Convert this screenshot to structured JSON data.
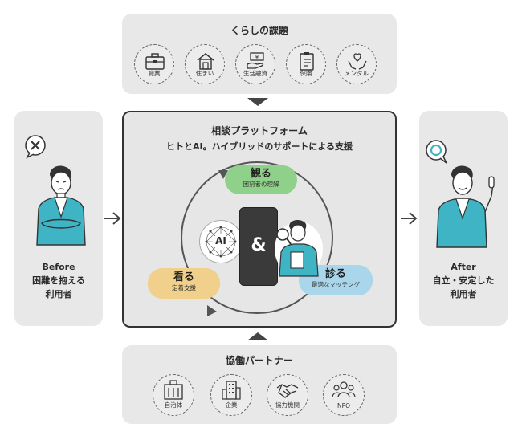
{
  "top_panel": {
    "title": "くらしの課題",
    "items": [
      {
        "label": "職業",
        "icon": "briefcase-icon"
      },
      {
        "label": "住まい",
        "icon": "house-icon"
      },
      {
        "label": "生活融資",
        "icon": "money-hand-icon"
      },
      {
        "label": "保険",
        "icon": "clipboard-icon"
      },
      {
        "label": "メンタル",
        "icon": "heart-hands-icon"
      }
    ]
  },
  "platform": {
    "title": "相談プラットフォーム",
    "subtitle": "ヒトとAI。ハイブリッドのサポートによる支援",
    "ai_label": "AI",
    "and_symbol": "&",
    "steps": [
      {
        "title": "観る",
        "subtitle": "困窮者の理解",
        "color": "#8fd18a"
      },
      {
        "title": "診る",
        "subtitle": "最適なマッチング",
        "color": "#a9d6ea"
      },
      {
        "title": "看る",
        "subtitle": "定着支援",
        "color": "#f1d08c"
      }
    ]
  },
  "before": {
    "label_line1": "Before",
    "label_line2": "困難を抱える",
    "label_line3": "利用者",
    "bubble_symbol": "✕"
  },
  "after": {
    "label_line1": "After",
    "label_line2": "自立・安定した",
    "label_line3": "利用者",
    "bubble_symbol": "○"
  },
  "bottom_panel": {
    "title": "協働パートナー",
    "items": [
      {
        "label": "自治体",
        "icon": "city-hall-icon"
      },
      {
        "label": "企業",
        "icon": "building-icon"
      },
      {
        "label": "協力機関",
        "icon": "handshake-icon"
      },
      {
        "label": "NPO",
        "icon": "group-icon"
      }
    ]
  },
  "colors": {
    "panel": "#e8e8e8",
    "accent_teal": "#3fb4c4",
    "green": "#8fd18a",
    "blue": "#a9d6ea",
    "yellow": "#f1d08c"
  }
}
